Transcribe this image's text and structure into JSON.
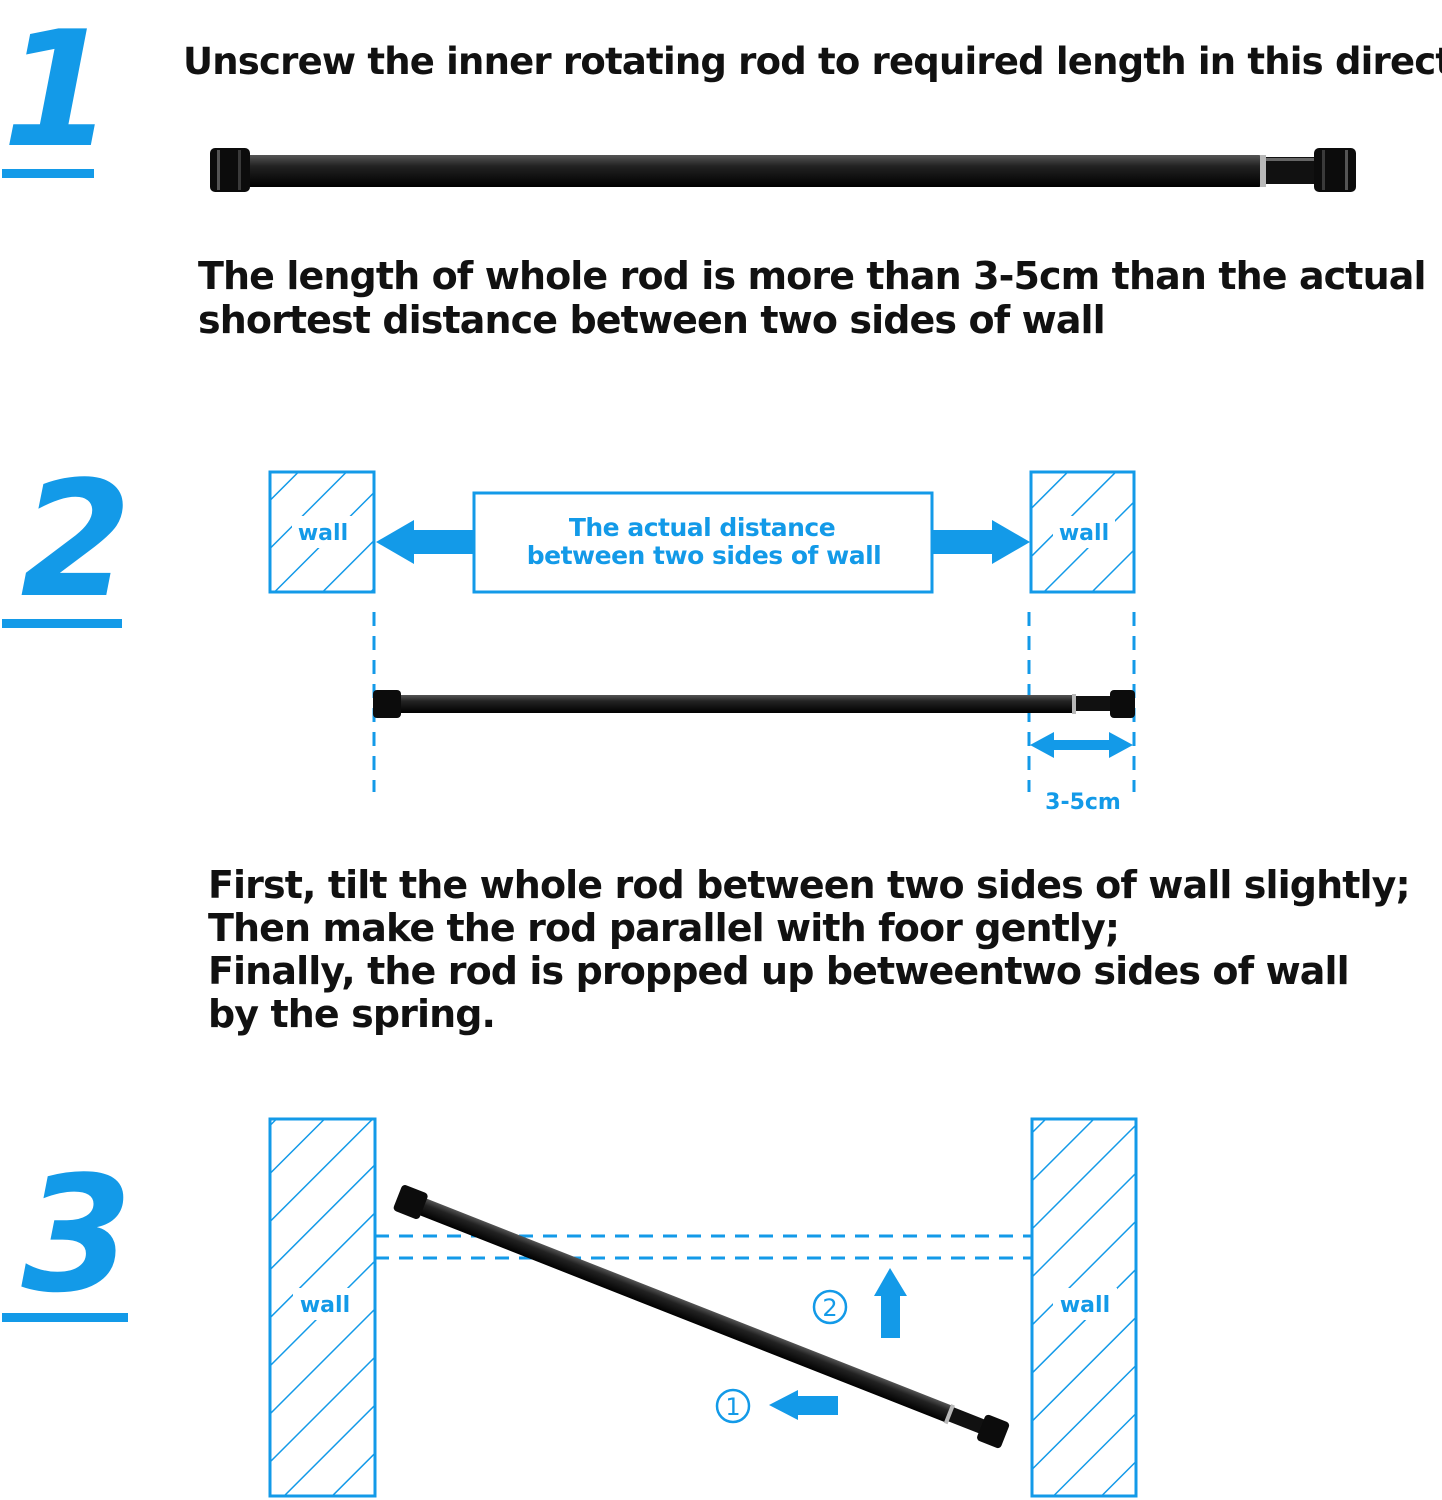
{
  "colors": {
    "accent": "#139ae8",
    "text": "#111111",
    "rod": "#1a1a1a",
    "background": "#ffffff"
  },
  "step1": {
    "number": "1",
    "instruction": "Unscrew the inner rotating rod to required length in this direction",
    "note_lines": [
      "The length of whole rod is more than 3-5cm than the actual",
      "shortest distance between two sides of wall"
    ]
  },
  "step2": {
    "number": "2",
    "wall_left_label": "wall",
    "wall_right_label": "wall",
    "distance_label_lines": [
      "The actual distance",
      "between two sides of wall"
    ],
    "extra_length_label": "3-5cm",
    "instruction_lines": [
      "First, tilt the whole rod between two sides of wall slightly;",
      "Then make the rod parallel with foor gently;",
      "Finally, the rod is propped up betweentwo sides of wall",
      "by the spring."
    ]
  },
  "step3": {
    "number": "3",
    "wall_left_label": "wall",
    "wall_right_label": "wall",
    "marker_1": "①",
    "marker_2": "②"
  }
}
